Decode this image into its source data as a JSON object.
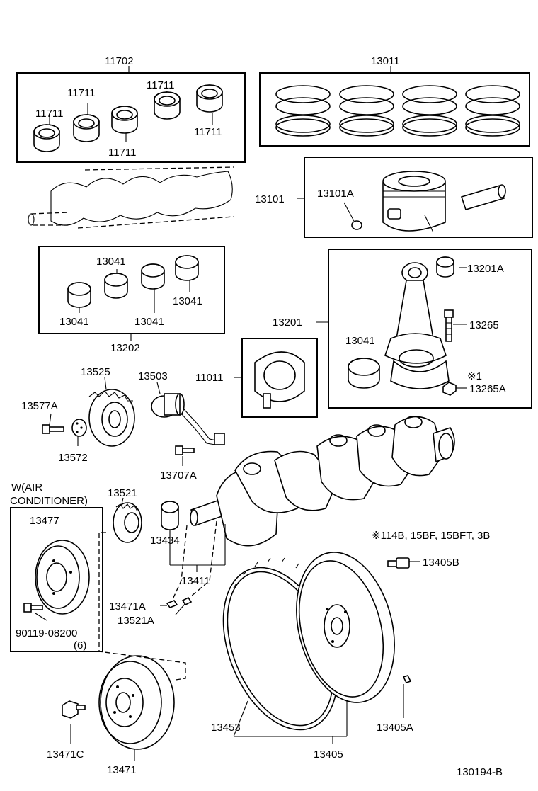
{
  "diagram": {
    "figure_code": "130194-B",
    "note": "※114B, 15BF, 15BFT, 3B",
    "note_marker": "※1",
    "condition_line1": "W(AIR",
    "condition_line2": "CONDITIONER)",
    "labels": {
      "p11702": "11702",
      "p11711a": "11711",
      "p11711b": "11711",
      "p11711c": "11711",
      "p11711d": "11711",
      "p11711e": "11711",
      "p13011": "13011",
      "p13101": "13101",
      "p13101A": "13101A",
      "p13041a": "13041",
      "p13041b": "13041",
      "p13041c": "13041",
      "p13041d": "13041",
      "p13202": "13202",
      "p13201": "13201",
      "p13201A": "13201A",
      "p13265": "13265",
      "p13041e": "13041",
      "p13265A": "13265A",
      "p11011": "11011",
      "p13525": "13525",
      "p13503": "13503",
      "p13577A": "13577A",
      "p13572": "13572",
      "p13707A": "13707A",
      "p13521": "13521",
      "p13477": "13477",
      "p13434": "13434",
      "p13411": "13411",
      "p13471A": "13471A",
      "p13521A": "13521A",
      "p90119": "90119-08200",
      "p90119q": "(6)",
      "p13405B": "13405B",
      "p13453": "13453",
      "p13405A": "13405A",
      "p13405": "13405",
      "p13471C": "13471C",
      "p13471": "13471"
    }
  }
}
